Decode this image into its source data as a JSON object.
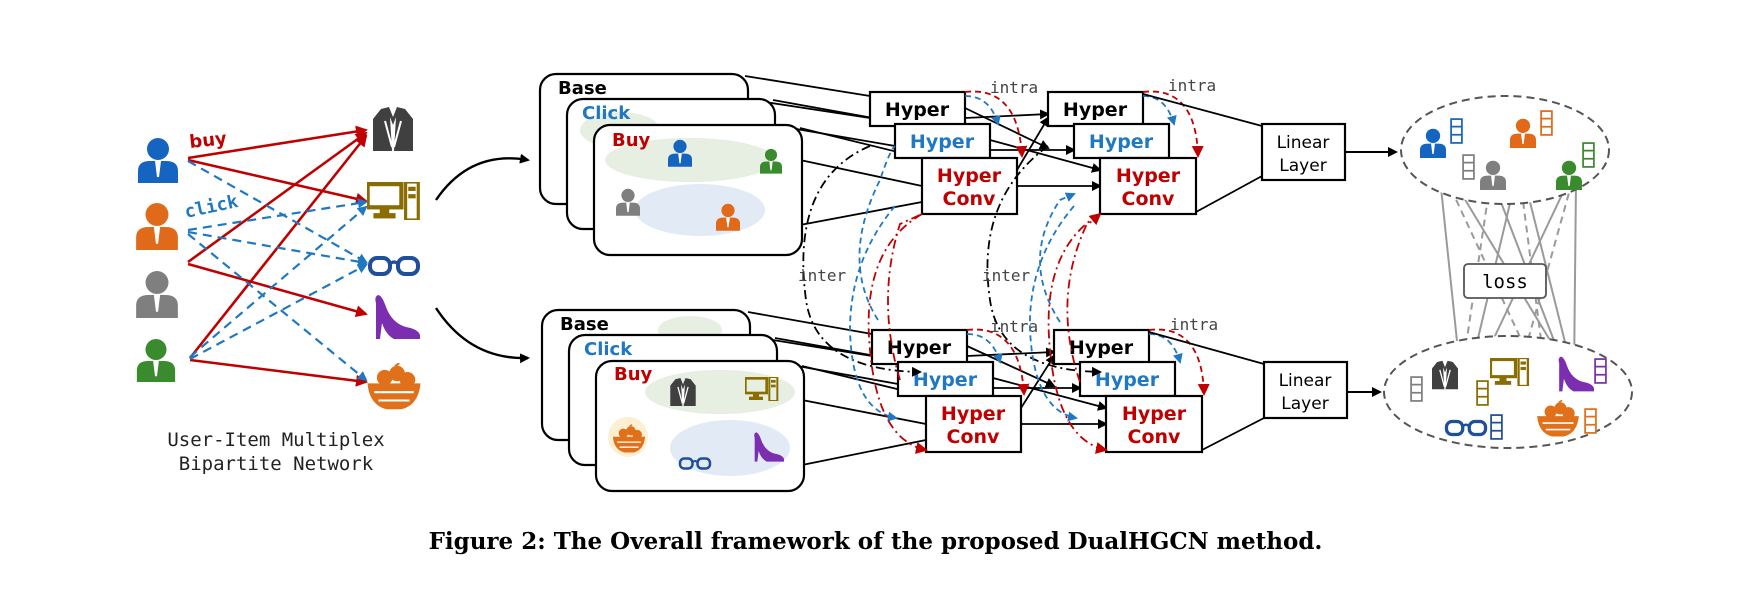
{
  "network": {
    "edge_buy": "buy",
    "edge_click": "click",
    "label_line1": "User-Item Multiplex",
    "label_line2": "Bipartite Network"
  },
  "stack": {
    "base": "Base",
    "click": "Click",
    "buy": "Buy"
  },
  "layers": {
    "hyper": "Hyper",
    "hyper_conv_line1": "Hyper",
    "hyper_conv_line2": "Conv",
    "intra": "intra",
    "inter": "inter",
    "linear_line1": "Linear",
    "linear_line2": "Layer"
  },
  "loss": "loss",
  "caption": "Figure 2: The Overall framework of the proposed DualHGCN method.",
  "colors": {
    "buy": "#c00000",
    "click": "#1f78c1",
    "user_blue": "#1565c0",
    "user_orange": "#e06a1a",
    "user_gray": "#7f7f7f",
    "user_green": "#3a8a2e",
    "item_dark": "#404040",
    "item_olive": "#8a6d00",
    "item_navy": "#1f4e9a",
    "item_purple": "#7b2fb0",
    "item_orange": "#e0701a"
  }
}
